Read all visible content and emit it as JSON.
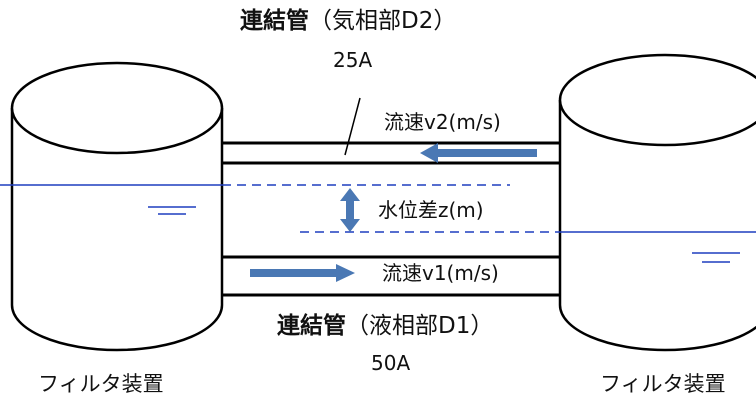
{
  "top_pipe": {
    "title": "連結管",
    "subtitle": "（気相部D2）",
    "size": "25A",
    "flow_label": "流速v2(m/s)"
  },
  "bottom_pipe": {
    "title": "連結管",
    "subtitle": "（液相部D1）",
    "size": "50A",
    "flow_label": "流速v1(m/s)"
  },
  "level_diff_label": "水位差z(m)",
  "left_tank_label": "フィルタ装置",
  "right_tank_label": "フィルタ装置",
  "colors": {
    "outline": "#000000",
    "water_line": "#1f3fbf",
    "arrow": "#4a78b4"
  }
}
